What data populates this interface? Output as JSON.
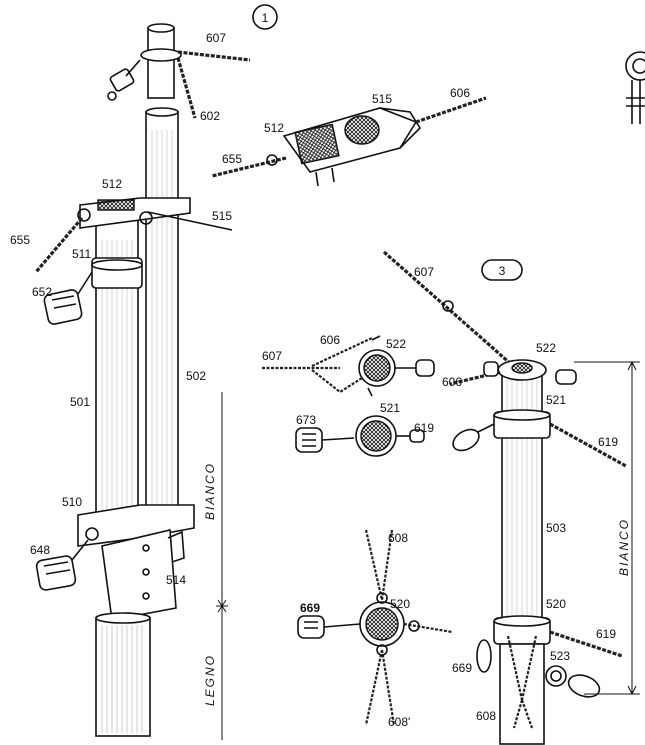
{
  "figure_markers": {
    "fig1": "1",
    "fig3": "3"
  },
  "labels": {
    "l607_top": "607",
    "l602": "602",
    "l515_detail": "515",
    "l606_detail": "606",
    "l512_detail": "512",
    "l655_detail": "655",
    "l512_main": "512",
    "l515_main": "515",
    "l655_main": "655",
    "l511": "511",
    "l652": "652",
    "l501": "501",
    "l502": "502",
    "l510": "510",
    "l648": "648",
    "l514": "514",
    "l607_fig3": "607",
    "l607_mid": "607",
    "l606_mid": "606",
    "l522_mid": "522",
    "l522_fig3": "522",
    "l606_fig3": "606",
    "l673": "673",
    "l521_mid": "521",
    "l619_mid": "619",
    "l521_fig3": "521",
    "l619_fig3": "619",
    "l503": "503",
    "l608_mid": "608",
    "l669_mid": "669",
    "l520_mid": "520",
    "l520_fig3": "520",
    "l619_low": "619",
    "l669_fig3": "669",
    "l523": "523",
    "l608_low_mid": "608'",
    "l608_fig3": "608"
  },
  "vertical_text": {
    "bianco_left": "BIANCO",
    "legno": "LEGNO",
    "bianco_right": "BIANCO"
  },
  "icon_names": [
    "shackle-icon",
    "cleat-icon",
    "deadeye-icon",
    "block-icon"
  ]
}
